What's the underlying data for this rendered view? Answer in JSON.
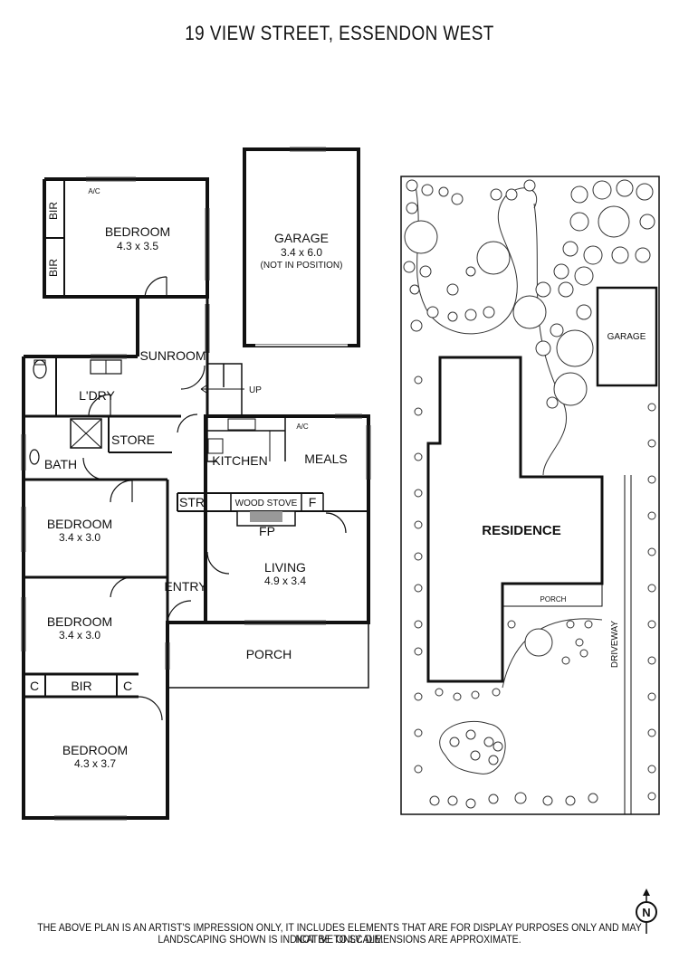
{
  "title": "19 VIEW STREET, ESSENDON WEST",
  "floor_plan": {
    "rooms": {
      "bedroom_top": {
        "name": "BEDROOM",
        "dims": "4.3 x 3.5"
      },
      "bir_top_1": "BIR",
      "bir_top_2": "BIR",
      "ac_top": "A/C",
      "sunroom": "SUNROOM",
      "laundry": "L'DRY",
      "store": "STORE",
      "bath": "BATH",
      "kitchen": "KITCHEN",
      "ac_kitchen": "A/C",
      "meals": "MEALS",
      "up": "UP",
      "str": "STR",
      "wood_stove": "WOOD STOVE",
      "f": "F",
      "fp": "FP",
      "bedroom_2": {
        "name": "BEDROOM",
        "dims": "3.4 x 3.0"
      },
      "bedroom_3": {
        "name": "BEDROOM",
        "dims": "3.4 x 3.0"
      },
      "living": {
        "name": "LIVING",
        "dims": "4.9 x 3.4"
      },
      "entry": "ENTRY",
      "porch": "PORCH",
      "c_left": "C",
      "bir_bottom": "BIR",
      "c_right": "C",
      "bedroom_bottom": {
        "name": "BEDROOM",
        "dims": "4.3 x 3.7"
      }
    },
    "garage": {
      "name": "GARAGE",
      "dims": "3.4 x 6.0",
      "note": "(NOT IN POSITION)"
    }
  },
  "site_plan": {
    "residence": "RESIDENCE",
    "garage": "GARAGE",
    "porch": "PORCH",
    "driveway": "DRIVEWAY"
  },
  "compass": "N",
  "disclaimer": {
    "line1": "THE ABOVE PLAN IS AN ARTIST'S IMPRESSION ONLY, IT INCLUDES ELEMENTS THAT ARE FOR DISPLAY PURPOSES ONLY AND MAY NOT BE TO SCALE.",
    "line2": "LANDSCAPING SHOWN IS INDICATIVE ONLY. DIMENSIONS ARE APPROXIMATE."
  }
}
